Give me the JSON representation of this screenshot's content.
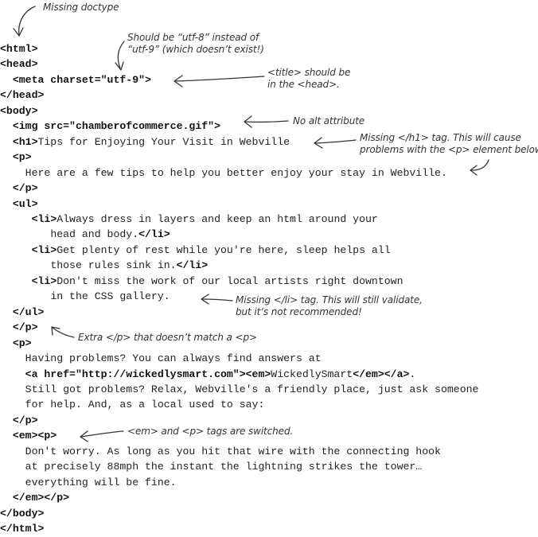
{
  "code_lines": [
    {
      "indent": 0,
      "parts": [
        {
          "tag": true,
          "text": "<html>"
        }
      ]
    },
    {
      "indent": 0,
      "parts": [
        {
          "tag": true,
          "text": "<head>"
        }
      ]
    },
    {
      "indent": 2,
      "parts": [
        {
          "tag": true,
          "text": "<meta charset=\"utf-9\">"
        }
      ]
    },
    {
      "indent": 0,
      "parts": [
        {
          "tag": true,
          "text": "</head>"
        }
      ]
    },
    {
      "indent": 0,
      "parts": [
        {
          "tag": true,
          "text": "<body>"
        }
      ]
    },
    {
      "indent": 2,
      "parts": [
        {
          "tag": true,
          "text": "<img src=\"chamberofcommerce.gif\">"
        }
      ]
    },
    {
      "indent": 2,
      "parts": [
        {
          "tag": true,
          "text": "<h1>"
        },
        {
          "tag": false,
          "text": "Tips for Enjoying Your Visit in Webville"
        }
      ]
    },
    {
      "indent": 2,
      "parts": [
        {
          "tag": true,
          "text": "<p>"
        }
      ]
    },
    {
      "indent": 4,
      "parts": [
        {
          "tag": false,
          "text": "Here are a few tips to help you better enjoy your stay in Webville."
        }
      ]
    },
    {
      "indent": 2,
      "parts": [
        {
          "tag": true,
          "text": "</p>"
        }
      ]
    },
    {
      "indent": 2,
      "parts": [
        {
          "tag": true,
          "text": "<ul>"
        }
      ]
    },
    {
      "indent": 5,
      "parts": [
        {
          "tag": true,
          "text": "<li>"
        },
        {
          "tag": false,
          "text": "Always dress in layers and keep an html around your"
        }
      ]
    },
    {
      "indent": 8,
      "parts": [
        {
          "tag": false,
          "text": "head and body."
        },
        {
          "tag": true,
          "text": "</li>"
        }
      ]
    },
    {
      "indent": 5,
      "parts": [
        {
          "tag": true,
          "text": "<li>"
        },
        {
          "tag": false,
          "text": "Get plenty of rest while you're here, sleep helps all"
        }
      ]
    },
    {
      "indent": 8,
      "parts": [
        {
          "tag": false,
          "text": "those rules sink in."
        },
        {
          "tag": true,
          "text": "</li>"
        }
      ]
    },
    {
      "indent": 5,
      "parts": [
        {
          "tag": true,
          "text": "<li>"
        },
        {
          "tag": false,
          "text": "Don't miss the work of our local artists right downtown"
        }
      ]
    },
    {
      "indent": 8,
      "parts": [
        {
          "tag": false,
          "text": "in the CSS gallery."
        }
      ]
    },
    {
      "indent": 2,
      "parts": [
        {
          "tag": true,
          "text": "</ul>"
        }
      ]
    },
    {
      "indent": 2,
      "parts": [
        {
          "tag": true,
          "text": "</p>"
        }
      ]
    },
    {
      "indent": 2,
      "parts": [
        {
          "tag": true,
          "text": "<p>"
        }
      ]
    },
    {
      "indent": 4,
      "parts": [
        {
          "tag": false,
          "text": "Having problems? You can always find answers at"
        }
      ]
    },
    {
      "indent": 4,
      "parts": [
        {
          "tag": true,
          "text": "<a href=\"http://wickedlysmart.com\"><em>"
        },
        {
          "tag": false,
          "text": "WickedlySmart"
        },
        {
          "tag": true,
          "text": "</em></a>"
        },
        {
          "tag": false,
          "text": "."
        }
      ]
    },
    {
      "indent": 4,
      "parts": [
        {
          "tag": false,
          "text": "Still got problems? Relax, Webville's a friendly place, just ask someone"
        }
      ]
    },
    {
      "indent": 4,
      "parts": [
        {
          "tag": false,
          "text": "for help. And, as a local used to say:"
        }
      ]
    },
    {
      "indent": 2,
      "parts": [
        {
          "tag": true,
          "text": "</p>"
        }
      ]
    },
    {
      "indent": 2,
      "parts": [
        {
          "tag": true,
          "text": "<em><p>"
        }
      ]
    },
    {
      "indent": 4,
      "parts": [
        {
          "tag": false,
          "text": "Don't worry. As long as you hit that wire with the connecting hook"
        }
      ]
    },
    {
      "indent": 4,
      "parts": [
        {
          "tag": false,
          "text": "at precisely 88mph the instant the lightning strikes the tower…"
        }
      ]
    },
    {
      "indent": 4,
      "parts": [
        {
          "tag": false,
          "text": "everything will be fine."
        }
      ]
    },
    {
      "indent": 2,
      "parts": [
        {
          "tag": true,
          "text": "</em></p>"
        }
      ]
    },
    {
      "indent": 0,
      "parts": [
        {
          "tag": true,
          "text": "</body>"
        }
      ]
    },
    {
      "indent": 0,
      "parts": [
        {
          "tag": true,
          "text": "</html>"
        }
      ]
    }
  ],
  "annotations": {
    "missing_doctype": "Missing doctype",
    "charset_line1": "Should be “utf-8” instead of",
    "charset_line2": "“utf-9” (which doesn’t exist!)",
    "title_line1": "<title> should be",
    "title_line2": "in the <head>.",
    "alt": "No alt attribute",
    "h1_line1": "Missing </h1> tag. This will cause",
    "h1_line2": "problems with the <p> element below.",
    "li_line1": "Missing </li> tag. This will still validate,",
    "li_line2": "but it’s not recommended!",
    "extra_p": "Extra </p> that doesn’t match a <p>",
    "em_p": "<em> and <p> tags are switched."
  }
}
